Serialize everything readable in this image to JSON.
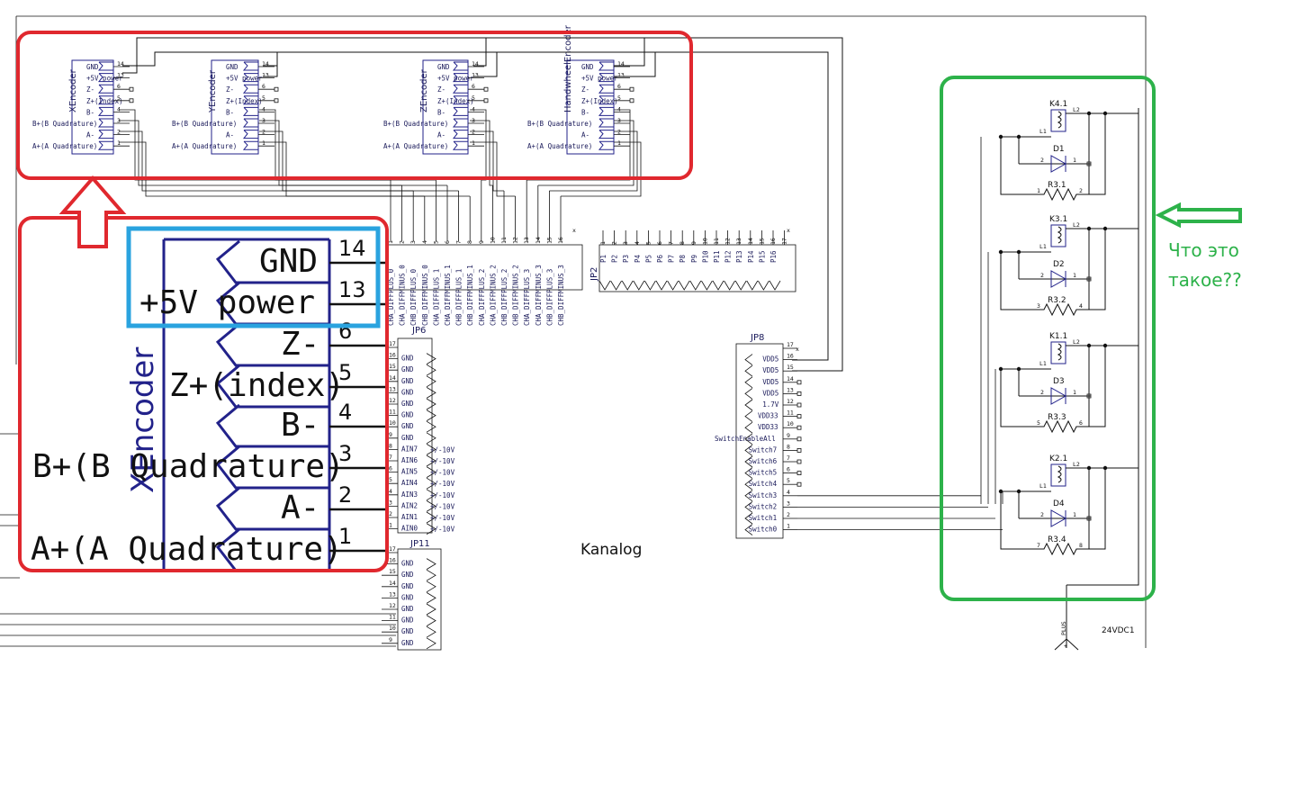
{
  "encoders": [
    {
      "title": "XEncoder"
    },
    {
      "title": "YEncoder"
    },
    {
      "title": "ZEncoder"
    },
    {
      "title": "HandwheelEncoder"
    }
  ],
  "encoder_pins": [
    {
      "num": "14",
      "name": "GND"
    },
    {
      "num": "13",
      "name": "+5V power"
    },
    {
      "num": "6",
      "name": "Z-"
    },
    {
      "num": "5",
      "name": "Z+(Index)"
    },
    {
      "num": "4",
      "name": "B-"
    },
    {
      "num": "3",
      "name": "B+(B Quadrature)"
    },
    {
      "num": "2",
      "name": "A-"
    },
    {
      "num": "1",
      "name": "A+(A Quadrature)"
    }
  ],
  "zoom": {
    "title": "XEncoder",
    "pins": [
      "14",
      "13",
      "6",
      "5",
      "4",
      "3",
      "2",
      "1"
    ],
    "labels": [
      "GND",
      "+5V power",
      "Z-",
      "Z+(index)",
      "B-",
      "B+(B Quadrature)",
      "A-",
      "A+(A Quadrature)"
    ]
  },
  "bus_signals": [
    "CHA_DIFFPLUS_0",
    "CHA_DIFFMINUS_0",
    "CHB_DIFFPLUS_0",
    "CHB_DIFFMINUS_0",
    "CHA_DIFFPLUS_1",
    "CHA_DIFFMINUS_1",
    "CHB_DIFFPLUS_1",
    "CHB_DIFFMINUS_1",
    "CHA_DIFFPLUS_2",
    "CHA_DIFFMINUS_2",
    "CHB_DIFFPLUS_2",
    "CHB_DIFFMINUS_2",
    "CHA_DIFFPLUS_3",
    "CHA_DIFFMINUS_3",
    "CHB_DIFFPLUS_3",
    "CHB_DIFFMINUS_3"
  ],
  "jp2": {
    "name": "JP2",
    "pins": [
      "1",
      "2",
      "3",
      "4",
      "5",
      "6",
      "7",
      "8",
      "9",
      "10",
      "11",
      "12",
      "13",
      "14",
      "15",
      "16",
      "17"
    ],
    "labels": [
      "P1",
      "P2",
      "P3",
      "P4",
      "P5",
      "P6",
      "P7",
      "P8",
      "P9",
      "P10",
      "P11",
      "P12",
      "P13",
      "P14",
      "P15",
      "P16"
    ]
  },
  "jp6": {
    "name": "JP6",
    "pins": [
      "17",
      "16",
      "15",
      "14",
      "13",
      "12",
      "11",
      "10",
      "9",
      "8",
      "7",
      "6",
      "5",
      "4",
      "3",
      "2",
      "1"
    ],
    "labels": [
      "GND",
      "GND",
      "GND",
      "GND",
      "GND",
      "GND",
      "GND",
      "GND",
      "AIN7",
      "AIN6",
      "AIN5",
      "AIN4",
      "AIN3",
      "AIN2",
      "AIN1",
      "AIN0"
    ],
    "range_label": "+/-10V"
  },
  "jp11": {
    "name": "JP11",
    "pins": [
      "17",
      "16",
      "15",
      "14",
      "13",
      "12",
      "11",
      "10",
      "9"
    ],
    "labels": [
      "GND",
      "GND",
      "GND",
      "GND",
      "GND",
      "GND",
      "GND",
      "GND"
    ]
  },
  "jp8": {
    "name": "JP8",
    "pins": [
      "17",
      "16",
      "15",
      "14",
      "13",
      "12",
      "11",
      "10",
      "9",
      "8",
      "7",
      "6",
      "5",
      "4",
      "3",
      "2",
      "1"
    ],
    "labels": [
      "VDD5",
      "VDD5",
      "VDD5",
      "VDD5",
      "1.7V",
      "VDD33",
      "VDD33",
      "SwitchEnableAll",
      "Switch7",
      "Switch6",
      "Switch5",
      "Switch4",
      "Switch3",
      "Switch2",
      "Switch1",
      "Switch0"
    ]
  },
  "relays": [
    {
      "k": "K4.1",
      "d": "D1",
      "r": "R3.1",
      "r_pins": [
        "1",
        "2"
      ]
    },
    {
      "k": "K3.1",
      "d": "D2",
      "r": "R3.2",
      "r_pins": [
        "3",
        "4"
      ]
    },
    {
      "k": "K1.1",
      "d": "D3",
      "r": "R3.3",
      "r_pins": [
        "5",
        "6"
      ]
    },
    {
      "k": "K2.1",
      "d": "D4",
      "r": "R3.4",
      "r_pins": [
        "7",
        "8"
      ]
    }
  ],
  "coil_pins": [
    "L1",
    "L2"
  ],
  "diode_pins": [
    "2",
    "1"
  ],
  "board_label": "Kanalog",
  "power_label": "24VDC1",
  "power_pin": "PLUS",
  "power_sign": "+",
  "no_connect": "x",
  "annotation": "Что это такое??",
  "colors": {
    "red": "#e0282e",
    "blue": "#2aa3df",
    "green": "#2db24a",
    "schematic_blue": "#22228a"
  }
}
